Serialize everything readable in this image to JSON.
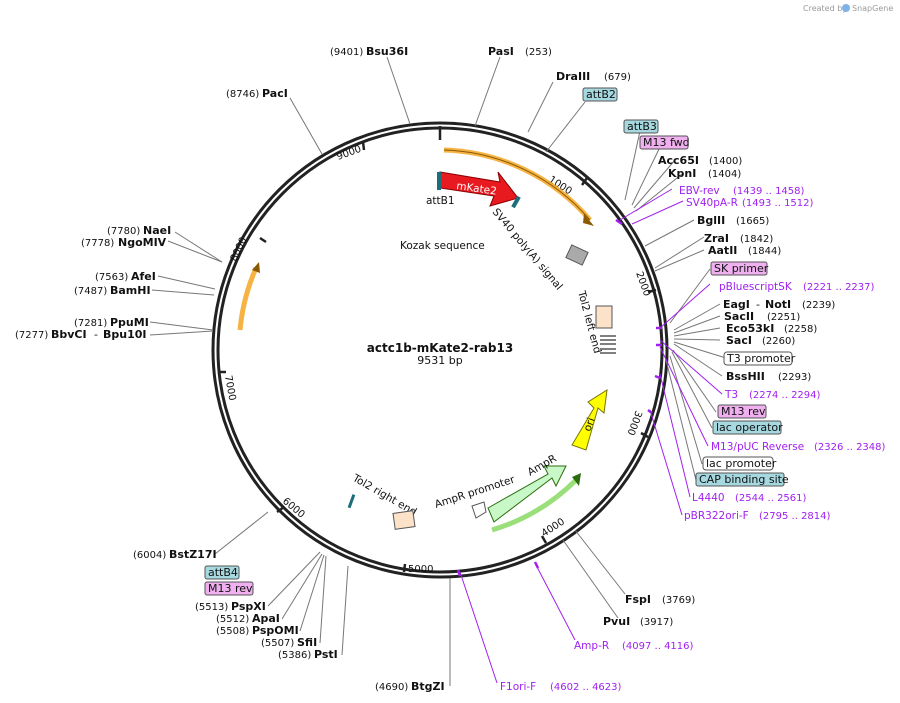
{
  "brand": {
    "created_by": "Created by",
    "name": "SnapGene"
  },
  "plasmid": {
    "name": "actc1b-mKate2-rab13",
    "length": "9531 bp"
  },
  "ticks": [
    "1000",
    "2000",
    "3000",
    "4000",
    "5000",
    "6000",
    "7000",
    "8000",
    "9000"
  ],
  "features": {
    "mKate2": "mKate2",
    "attB1": "attB1",
    "kozak": "Kozak sequence",
    "sv40": "SV40 poly(A) signal",
    "tol2_left": "Tol2 left end",
    "tol2_right": "Tol2 right end",
    "ori": "ori",
    "ampr": "AmpR",
    "ampr_promoter": "AmpR promoter"
  },
  "enzymes": {
    "bsu36i": {
      "name": "Bsu36I",
      "pos": "(9401)"
    },
    "pasi": {
      "name": "PasI",
      "pos": "(253)"
    },
    "draiii": {
      "name": "DraIII",
      "pos": "(679)"
    },
    "paci": {
      "name": "PacI",
      "pos": "(8746)"
    },
    "acc65i": {
      "name": "Acc65I",
      "pos": "(1400)"
    },
    "kpni": {
      "name": "KpnI",
      "pos": "(1404)"
    },
    "bglii": {
      "name": "BglII",
      "pos": "(1665)"
    },
    "zrai": {
      "name": "ZraI",
      "pos": "(1842)"
    },
    "aatii": {
      "name": "AatII",
      "pos": "(1844)"
    },
    "eagi": {
      "name": "EagI",
      "sep": "-",
      "name2": "NotI",
      "pos": "(2239)"
    },
    "sacii": {
      "name": "SacII",
      "pos": "(2251)"
    },
    "eco53ki": {
      "name": "Eco53kI",
      "pos": "(2258)"
    },
    "saci": {
      "name": "SacI",
      "pos": "(2260)"
    },
    "bsshii": {
      "name": "BssHII",
      "pos": "(2293)"
    },
    "naei": {
      "name": "NaeI",
      "pos": "(7780)"
    },
    "ngomiv": {
      "name": "NgoMIV",
      "pos": "(7778)"
    },
    "afei": {
      "name": "AfeI",
      "pos": "(7563)"
    },
    "bamhi": {
      "name": "BamHI",
      "pos": "(7487)"
    },
    "ppumi": {
      "name": "PpuMI",
      "pos": "(7281)"
    },
    "bbvci": {
      "name": "BbvCI",
      "sep": "-",
      "name2": "Bpu10I",
      "pos": "(7277)"
    },
    "bstz17i": {
      "name": "BstZ17I",
      "pos": "(6004)"
    },
    "pspxi": {
      "name": "PspXI",
      "pos": "(5513)"
    },
    "apai": {
      "name": "ApaI",
      "pos": "(5512)"
    },
    "pspomi": {
      "name": "PspOMI",
      "pos": "(5508)"
    },
    "sfii": {
      "name": "SfiI",
      "pos": "(5507)"
    },
    "psti": {
      "name": "PstI",
      "pos": "(5386)"
    },
    "btgzi": {
      "name": "BtgZI",
      "pos": "(4690)"
    },
    "fspi": {
      "name": "FspI",
      "pos": "(3769)"
    },
    "pvui": {
      "name": "PvuI",
      "pos": "(3917)"
    }
  },
  "primers": {
    "ebv_rev": {
      "name": "EBV-rev",
      "range": "(1439 .. 1458)"
    },
    "sv40pa_r": {
      "name": "SV40pA-R",
      "range": "(1493 .. 1512)"
    },
    "pbluescriptsk": {
      "name": "pBluescriptSK",
      "range": "(2221 .. 2237)"
    },
    "t3": {
      "name": "T3",
      "range": "(2274 .. 2294)"
    },
    "m13puc_rev": {
      "name": "M13/pUC Reverse",
      "range": "(2326 .. 2348)"
    },
    "l4440": {
      "name": "L4440",
      "range": "(2544 .. 2561)"
    },
    "pbr322ori_f": {
      "name": "pBR322ori-F",
      "range": "(2795 .. 2814)"
    },
    "amp_r": {
      "name": "Amp-R",
      "range": "(4097 .. 4116)"
    },
    "f1ori_f": {
      "name": "F1ori-F",
      "range": "(4602 .. 4623)"
    }
  },
  "boxes": {
    "attb2": "attB2",
    "attb3": "attB3",
    "m13fwd": "M13 fwd",
    "sk_primer": "SK primer",
    "t3_promoter": "T3 promoter",
    "m13rev": "M13 rev",
    "lac_operator": "lac operator",
    "lac_promoter": "lac promoter",
    "cap_site": "CAP binding site",
    "attb4": "attB4",
    "m13rev2": "M13 rev"
  },
  "colors": {
    "mKate2": "#e8191f",
    "ori": "#ffff00",
    "ampr": "#c8f7c8",
    "orf_arrow": "#f5a623",
    "primer": "#a020f0",
    "teal_box": "#a6d8e0",
    "pink_box": "#f0b0f0"
  }
}
